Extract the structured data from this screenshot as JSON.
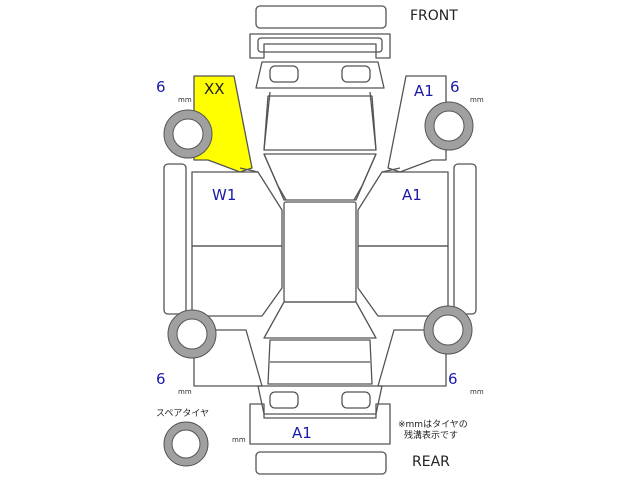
{
  "labels": {
    "front": "FRONT",
    "rear": "REAR",
    "spare_tire": "スペアタイヤ",
    "note_line1": "※mmはタイヤの",
    "note_line2": "残溝表示です"
  },
  "tires": {
    "front_left": {
      "tread": "6",
      "unit": "mm"
    },
    "front_right": {
      "tread": "6",
      "unit": "mm"
    },
    "rear_left": {
      "tread": "6",
      "unit": "mm"
    },
    "rear_right": {
      "tread": "6",
      "unit": "mm"
    },
    "spare": {
      "unit": "mm"
    }
  },
  "damage_codes": {
    "front_left_fender": "XX",
    "front_left_door": "W1",
    "front_right_fender": "A1",
    "front_right_door": "A1",
    "rear_bumper": "A1"
  },
  "colors": {
    "highlight": "#ffff00",
    "code_text": "#1a1aa8",
    "tire_ring": "#a0a0a0",
    "outline": "#555555"
  }
}
